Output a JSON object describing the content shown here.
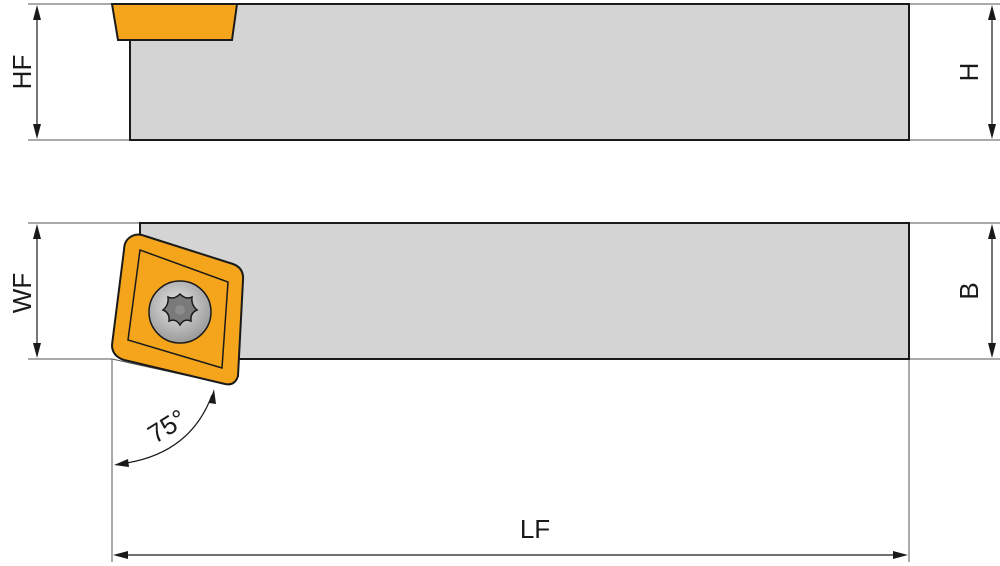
{
  "labels": {
    "hf": "HF",
    "h": "H",
    "wf": "WF",
    "b": "B",
    "lf": "LF",
    "angle": "75°"
  },
  "colors": {
    "body": "#d4d4d4",
    "insert": "#f4a51c",
    "outline": "#1a1a1a"
  },
  "icons": {
    "screw": "torx-screw-icon"
  }
}
